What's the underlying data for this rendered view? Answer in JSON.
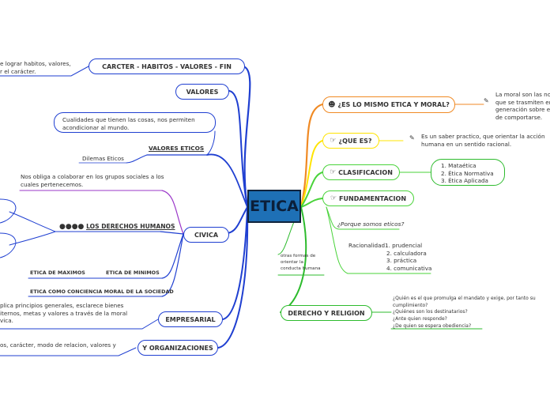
{
  "center": "ETICA",
  "left": {
    "carcter": "CARCTER - HABITOS - VALORES - FIN",
    "carcter_note": [
      "e lograr habitos, valores,",
      "r el carácter."
    ],
    "valores": "VALORES",
    "valores_note": [
      "Cualidades que tienen las cosas, nos permiten",
      "acondicionar al mundo."
    ],
    "valores_eticos": "VALORES ETICOS",
    "dilemas": "Dilemas Eticos",
    "civica": "CIVICA",
    "civica_note": [
      "Nos obliga a colaborar en los grupos sociales a los",
      "cuales pertenecemos."
    ],
    "derechos": "LOS DERECHOS HUMANOS",
    "etica_maximos": "ETICA DE MAXIMOS",
    "etica_minimos": "ETICA DE MINIMOS",
    "conciencia": "ETICA COMO CONCIENCIA MORAL DE LA SOCIEDAD",
    "empresarial": "EMPRESARIAL",
    "empresarial_note": [
      "plica principios generales, esclarece bienes",
      "iternos, metas y valores a través de la moral",
      "vica."
    ],
    "organizaciones": "Y ORGANIZACIONES",
    "organizaciones_note": "os, carácter, modo de relacion, valores y"
  },
  "right": {
    "es_lo_mismo": "¿ES LO MISMO ETICA Y MORAL?",
    "moral_note": [
      "La moral son las nor",
      "que se trasmiten en",
      "generación sobre el",
      "de comportarse."
    ],
    "que_es": "¿QUE ES?",
    "que_es_note": [
      "Es un saber practico, que orientar la acción",
      "humana en un sentido racional."
    ],
    "clasificacion": "CLASIFICACION",
    "clasificacion_items": [
      "1. Mataética",
      "2. Ética Normativa",
      "3. Ética Aplicada"
    ],
    "fundamentacion": "FUNDAMENTACION",
    "porque": "¿Porque somos eticos?",
    "racionalidad": "Racionalidad",
    "racionalidad_items": [
      "1. prudencial",
      "2. calculadora",
      "3. práctica",
      "4. comunicativa"
    ],
    "otras_formas": [
      "otras formas de",
      "orientar la",
      "conducta humana"
    ],
    "derecho_religion": "DERECHO Y RELIGION",
    "derecho_items": [
      "¿Quién es el que promulga el mandato y exige, por tanto su",
      "cumplimiento?",
      "¿Quiénes son los destinatarios?",
      "¿Ante quien responde?",
      "¿De quien se espera obediencia?"
    ]
  },
  "colors": {
    "center_fill": "#1e70b6",
    "left_branch": "#1f3fd1",
    "orange": "#f08a24",
    "yellow": "#ffe400",
    "green": "#49d33a",
    "dark_green": "#2dbb2d"
  }
}
